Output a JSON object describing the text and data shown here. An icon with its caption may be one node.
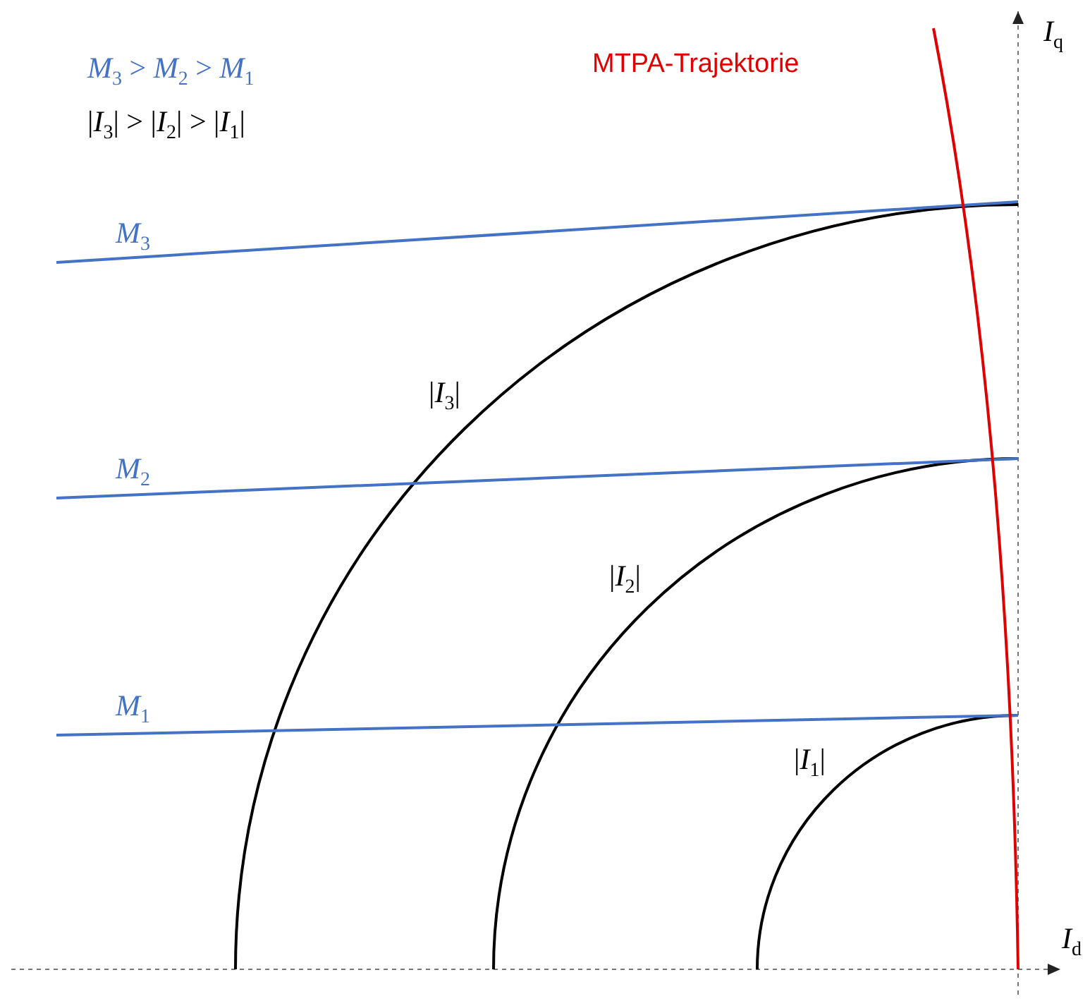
{
  "diagram": {
    "labels": [
      "*M*$_{3}$ > *M*$_{2}$ > *M*$_{1}$",
      "|*I*$_{3}$| > |*I*$_{2}$| > |*I*$_{1}$|",
      "MTPA-Trajektorie",
      "*I*$_{q}$",
      "*M*$_{3}$",
      "|*I*$_{3}$|",
      "*M*$_{2}$",
      "|*I*$_{2}$|",
      "*M*$_{1}$",
      "|*I*$_{1}$|",
      "*I*$_{d}$"
    ]
  }
}
